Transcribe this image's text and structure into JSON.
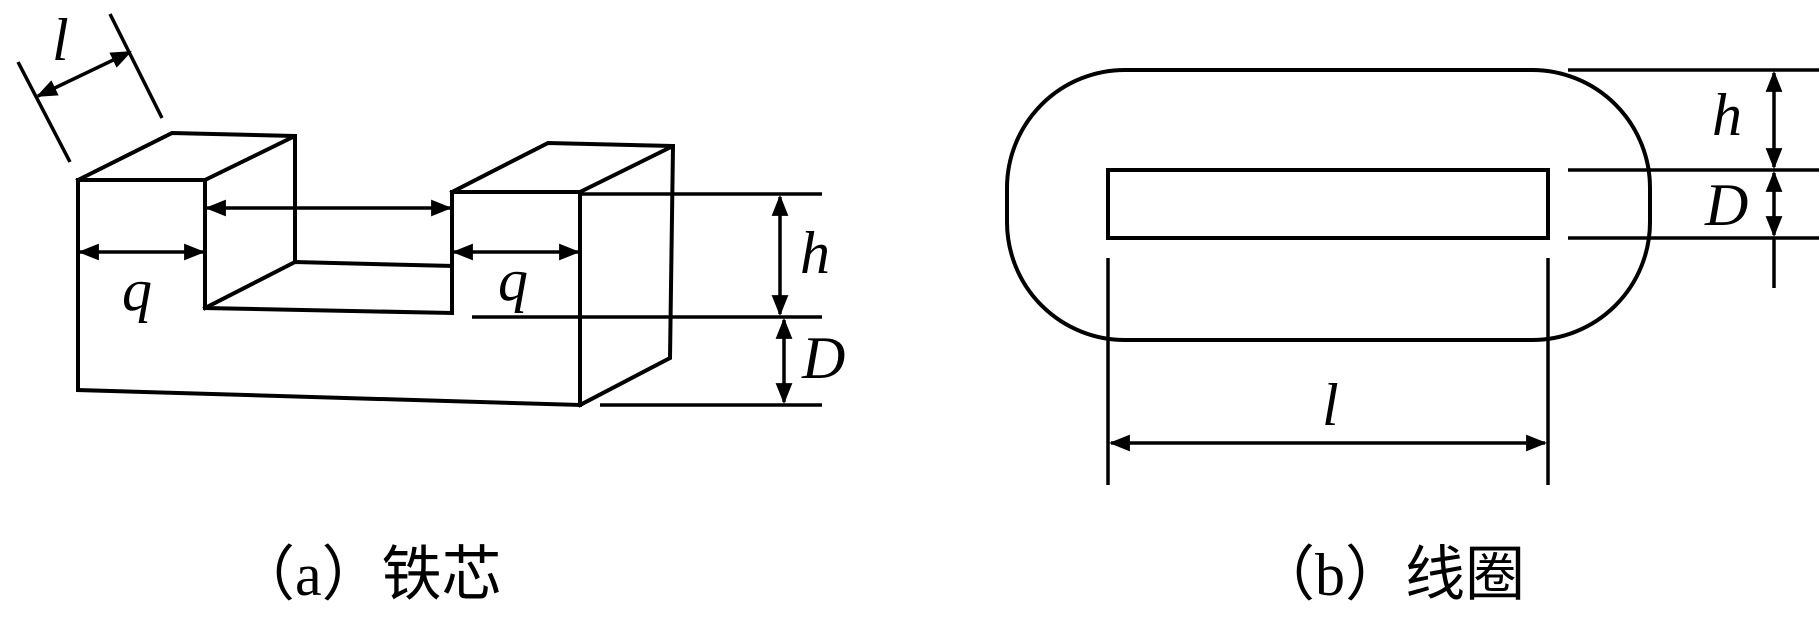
{
  "figure_a": {
    "labels": {
      "l": "l",
      "q_left": "q",
      "q_right": "q",
      "h": "h",
      "D": "D"
    },
    "caption": "（a）铁芯"
  },
  "figure_b": {
    "labels": {
      "h": "h",
      "D": "D",
      "l": "l"
    },
    "caption": "（b）线圈"
  },
  "colors": {
    "line": "#000000",
    "background": "#ffffff"
  }
}
